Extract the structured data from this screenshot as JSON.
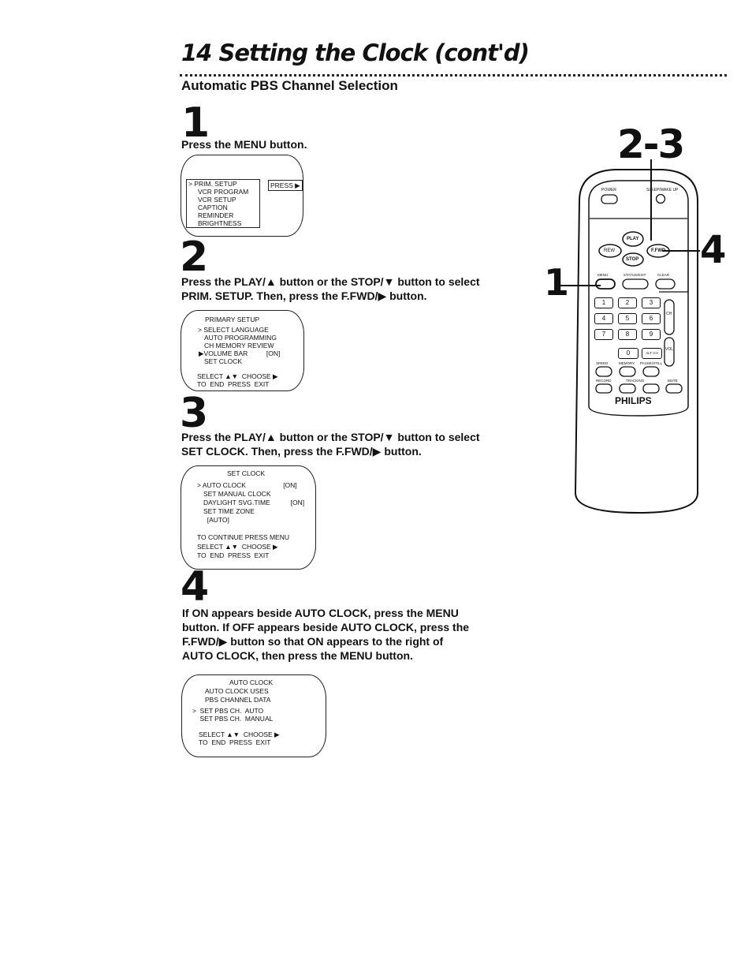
{
  "header": {
    "title": "14 Setting the Clock (cont'd)",
    "subtitle": "Automatic PBS Channel Selection"
  },
  "steps": [
    {
      "number": "1",
      "instruction": "Press the MENU button."
    },
    {
      "number": "2",
      "instruction_line1": "Press the PLAY/▲ button or the STOP/▼ button to select",
      "instruction_line2": "PRIM. SETUP. Then, press the F.FWD/▶ button."
    },
    {
      "number": "3",
      "instruction_line1": "Press the PLAY/▲ button or the STOP/▼ button to select",
      "instruction_line2": "SET CLOCK. Then, press the F.FWD/▶ button."
    },
    {
      "number": "4",
      "instruction_line1": "If ON appears beside AUTO CLOCK, press the MENU",
      "instruction_line2": "button. If OFF appears beside AUTO CLOCK, press the",
      "instruction_line3": "F.FWD/▶ button so that ON appears to the right of",
      "instruction_line4": "AUTO CLOCK, then press the MENU button."
    }
  ],
  "screen1": {
    "items": [
      "> PRIM. SETUP",
      "VCR PROGRAM",
      "VCR SETUP",
      "CAPTION",
      "REMINDER",
      "BRIGHTNESS"
    ],
    "press_label": "PRESS ▶"
  },
  "screen2": {
    "heading": "PRIMARY SETUP",
    "lines": [
      "> SELECT LANGUAGE",
      "AUTO PROGRAMMING",
      "CH MEMORY REVIEW",
      "▶VOLUME BAR          [ON]",
      "SET CLOCK"
    ],
    "footer1": "SELECT ▲▼  CHOOSE ▶",
    "footer2": "TO  END  PRESS  EXIT"
  },
  "screen3": {
    "heading": "SET CLOCK",
    "lines": [
      "> AUTO CLOCK                    [ON]",
      "SET MANUAL CLOCK",
      "DAYLIGHT SVG.TIME           [ON]",
      "SET TIME ZONE",
      "  [AUTO]"
    ],
    "footer0": "TO CONTINUE PRESS MENU",
    "footer1": "SELECT ▲▼  CHOOSE ▶",
    "footer2": "TO  END  PRESS  EXIT"
  },
  "screen4": {
    "heading": "AUTO CLOCK",
    "lines": [
      "AUTO CLOCK USES",
      "PBS CHANNEL DATA",
      ">  SET PBS CH.  AUTO",
      "    SET PBS CH.  MANUAL"
    ],
    "footer1": "SELECT ▲▼  CHOOSE ▶",
    "footer2": "TO  END  PRESS  EXIT"
  },
  "remote": {
    "callout_top": "2-3",
    "callout_left": "1",
    "callout_right": "4",
    "brand": "PHILIPS",
    "labels": {
      "power": "POWER",
      "sleep": "SLEEP/WAKE UP",
      "play": "PLAY",
      "rew": "REW",
      "ffwd": "F.FWD",
      "stop": "STOP",
      "menu": "MENU",
      "status": "STATUS/EXIT",
      "clear": "CLEAR",
      "ch": "CH",
      "vol": "VOL",
      "alt": "ALT CH",
      "speed": "SPEED",
      "memory": "MEMORY",
      "pause": "PAUSE/STILL",
      "record": "RECORD",
      "tracking": "TRACKING",
      "mute": "MUTE"
    },
    "keys": [
      "1",
      "2",
      "3",
      "4",
      "5",
      "6",
      "7",
      "8",
      "9",
      "0"
    ]
  }
}
